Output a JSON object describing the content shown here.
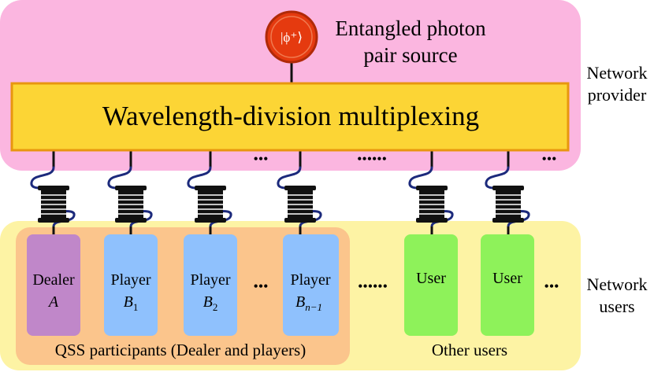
{
  "source": {
    "state_label": "|ϕ⁺⟩",
    "title_line1": "Entangled photon",
    "title_line2": "pair source"
  },
  "wdm": {
    "label": "Wavelength-division multiplexing"
  },
  "side_labels": {
    "provider_line1": "Network",
    "provider_line2": "provider",
    "users_line1": "Network",
    "users_line2": "users"
  },
  "ellipses": {
    "short": "•••",
    "long": "••••••"
  },
  "participants": {
    "dealer": {
      "line1": "Dealer",
      "line2": "A"
    },
    "player1": {
      "line1": "Player",
      "var": "B",
      "sub": "1"
    },
    "player2": {
      "line1": "Player",
      "var": "B",
      "sub": "2"
    },
    "playern": {
      "line1": "Player",
      "var": "B",
      "sub": "n−1"
    }
  },
  "other_users": {
    "user_label": "User"
  },
  "group_labels": {
    "qss": "QSS participants (Dealer and players)",
    "other": "Other users"
  },
  "colors": {
    "provider_bg": "#fbb6e0",
    "users_bg": "#fdf3a4",
    "qss_bg": "#fbc58c",
    "wdm": "#fcd535",
    "dealer": "#c087c9",
    "player": "#8fc1fd",
    "user": "#8ef25a",
    "source": "#e53a0f",
    "fiber": "#1c2a7c"
  }
}
